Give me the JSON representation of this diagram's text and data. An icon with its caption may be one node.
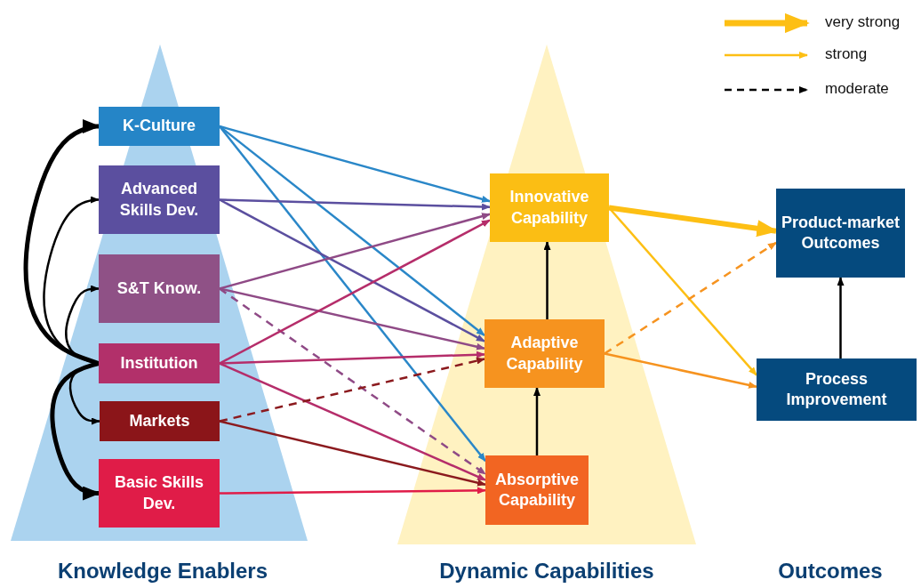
{
  "diagram": {
    "nodes": [
      {
        "text": [
          "K-Culture"
        ]
      },
      {
        "text": [
          "Advanced Skills Dev."
        ]
      },
      {
        "text": [
          "S&T Know."
        ]
      },
      {
        "text": [
          "Institution"
        ]
      },
      {
        "text": [
          "Markets"
        ]
      },
      {
        "text": [
          "Basic Skills Dev."
        ]
      },
      {
        "text": [
          "Innovative Capability"
        ]
      },
      {
        "text": [
          "Adaptive Capability"
        ]
      },
      {
        "text": [
          "Absorptive Capability"
        ]
      },
      {
        "text": [
          "Product-market Outcomes"
        ]
      },
      {
        "text": [
          "Process Improvement"
        ]
      }
    ],
    "edges": [
      {
        "from": 0,
        "to": 6,
        "arrow": "to",
        "color": "#2a87c8"
      },
      {
        "from": 0,
        "to": 7,
        "arrow": "to",
        "color": "#2a87c8"
      },
      {
        "from": 0,
        "to": 8,
        "arrow": "to",
        "color": "#2a87c8"
      },
      {
        "from": 1,
        "to": 6,
        "arrow": "to",
        "color": "#5b4f9f"
      },
      {
        "from": 1,
        "to": 7,
        "arrow": "to",
        "color": "#5b4f9f"
      },
      {
        "from": 2,
        "to": 6,
        "arrow": "to",
        "color": "#8f4a86"
      },
      {
        "from": 2,
        "to": 7,
        "arrow": "to",
        "color": "#8f4a86"
      },
      {
        "from": 2,
        "to": 8,
        "arrow": "to",
        "style": "dashed",
        "color": "#8f4a86"
      },
      {
        "from": 3,
        "to": 6,
        "arrow": "to",
        "color": "#b52d6a"
      },
      {
        "from": 3,
        "to": 7,
        "arrow": "to",
        "color": "#b52d6a"
      },
      {
        "from": 3,
        "to": 8,
        "arrow": "to",
        "color": "#b52d6a"
      },
      {
        "from": 4,
        "to": 7,
        "arrow": "to",
        "style": "dashed",
        "color": "#8b1a1e"
      },
      {
        "from": 4,
        "to": 8,
        "arrow": "to",
        "color": "#8b1a1e"
      },
      {
        "from": 5,
        "to": 8,
        "arrow": "to",
        "color": "#e01c48"
      },
      {
        "from": 3,
        "to": 0,
        "arrow": "to",
        "style": "thick"
      },
      {
        "from": 3,
        "to": 1,
        "arrow": "to"
      },
      {
        "from": 3,
        "to": 2,
        "arrow": "to"
      },
      {
        "from": 3,
        "to": 4,
        "arrow": "to"
      },
      {
        "from": 3,
        "to": 5,
        "arrow": "to",
        "style": "thick"
      },
      {
        "from": 8,
        "to": 7,
        "arrow": "to"
      },
      {
        "from": 7,
        "to": 6,
        "arrow": "to"
      },
      {
        "from": 6,
        "to": 9,
        "arrow": "to",
        "style": "thick",
        "color": "#fdbf14"
      },
      {
        "from": 6,
        "to": 10,
        "arrow": "to",
        "color": "#fdbf14"
      },
      {
        "from": 7,
        "to": 9,
        "arrow": "to",
        "style": "dashed",
        "color": "#f6931f"
      },
      {
        "from": 7,
        "to": 10,
        "arrow": "to",
        "color": "#f6931f"
      },
      {
        "from": 10,
        "to": 9,
        "arrow": "to"
      }
    ],
    "labels": [
      "Knowledge Enablers",
      "Dynamic Capabilities",
      "Outcomes"
    ],
    "legend": [
      {
        "text": "very strong"
      },
      {
        "text": "strong"
      },
      {
        "text": "moderate"
      }
    ]
  }
}
